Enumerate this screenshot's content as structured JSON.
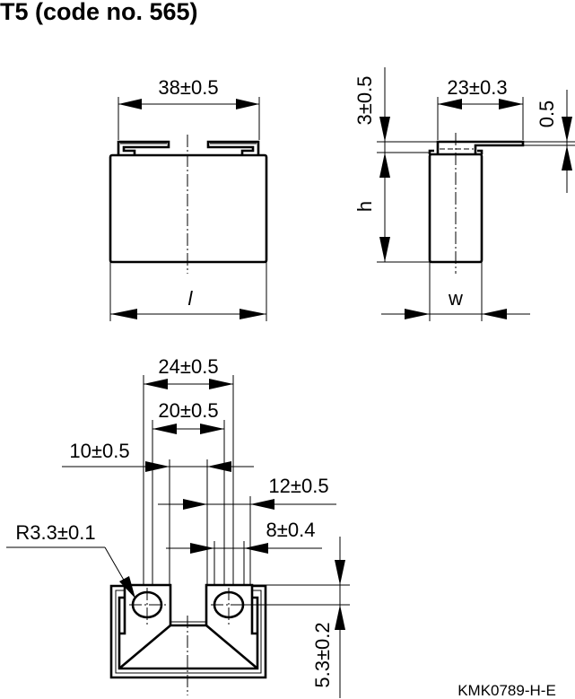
{
  "title": "T5 (code no. 565)",
  "front_view": {
    "width_dim": "38±0.5",
    "length_label": "l"
  },
  "side_view": {
    "lead_height_dim": "3±0.5",
    "lead_width_dim": "23±0.3",
    "lead_thickness_dim": "0.5",
    "height_label": "h",
    "width_label": "w"
  },
  "bottom_view": {
    "dim_24": "24±0.5",
    "dim_20": "20±0.5",
    "dim_10": "10±0.5",
    "dim_12": "12±0.5",
    "dim_8": "8±0.4",
    "radius_dim": "R3.3±0.1",
    "hole_offset_dim": "5.3±0.2"
  },
  "drawing_code": "KMK0789-H-E"
}
